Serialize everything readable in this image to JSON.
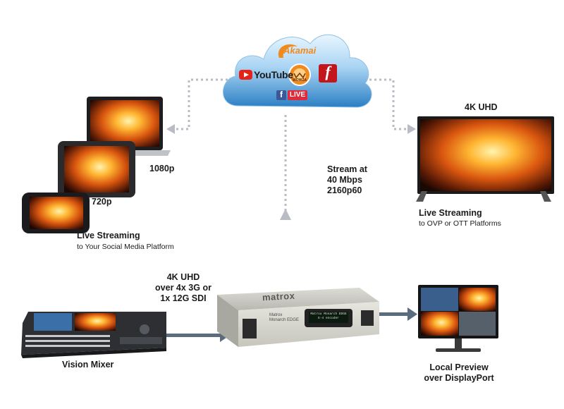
{
  "cloud": {
    "akamai": "Akamai",
    "youtube": "YouTube",
    "wowza": "WOWZA",
    "facebook_live": "LIVE",
    "flash_glyph": "f",
    "facebook_glyph": "f"
  },
  "devices": {
    "laptop_res": "1080p",
    "tablet_res": "720p",
    "social_title": "Live Streaming",
    "social_sub": "to Your Social Media Platform"
  },
  "tv": {
    "title": "4K UHD",
    "streaming_title": "Live Streaming",
    "streaming_sub": "to OVP or OTT Platforms"
  },
  "stream": {
    "line1": "Stream at",
    "line2": "40 Mbps",
    "line3": "2160p60"
  },
  "sdi": {
    "line1": "4K UHD",
    "line2": "over 4x 3G or",
    "line3": "1x 12G SDI"
  },
  "encoder": {
    "brand": "matrox",
    "model_line1": "Matrox",
    "model_line2": "Monarch EDGE",
    "lcd_line1": "Matrox Monarch EDGE",
    "lcd_line2": "E-4 encoder"
  },
  "mixer": {
    "label": "Vision Mixer"
  },
  "preview": {
    "line1": "Local Preview",
    "line2": "over DisplayPort"
  },
  "colors": {
    "dotted": "#b9bcc4",
    "arrow": "#5b6c7e",
    "cloud_top": "#d6ecfb",
    "cloud_bottom": "#2b7fc4",
    "youtube_red": "#e62117",
    "akamai_orange": "#f08a1c",
    "facebook_blue": "#3b5998"
  }
}
